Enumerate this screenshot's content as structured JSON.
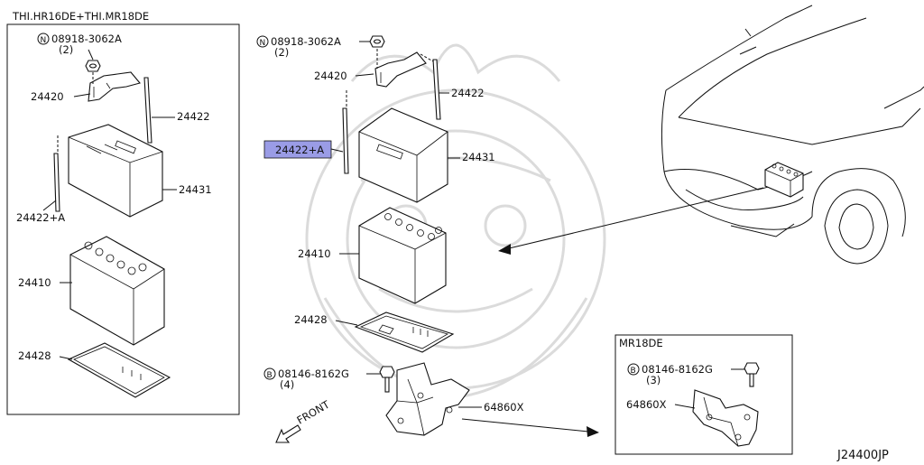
{
  "diagram_id": "J24400JP",
  "left_panel": {
    "title": "THI.HR16DE+THI.MR18DE",
    "labels": {
      "nut_part": "08918-3062A",
      "nut_symbol": "N",
      "nut_qty": "(2)",
      "clamp": "24420",
      "rod": "24422",
      "case": "24431",
      "rod_a": "24422+A",
      "battery": "24410",
      "tray": "24428"
    }
  },
  "center": {
    "labels": {
      "nut_part": "08918-3062A",
      "nut_symbol": "N",
      "nut_qty": "(2)",
      "clamp": "24420",
      "rod": "24422",
      "rod_a_highlight": "24422+A",
      "case": "24431",
      "battery": "24410",
      "tray": "24428",
      "bolt_part": "08146-8162G",
      "bolt_symbol": "B",
      "bolt_qty": "(4)",
      "bracket": "64860X",
      "front": "FRONT"
    },
    "highlight_color": "#9a9ce6"
  },
  "inset": {
    "title": "MR18DE",
    "labels": {
      "bolt_part": "08146-8162G",
      "bolt_symbol": "B",
      "bolt_qty": "(3)",
      "bracket": "64860X"
    }
  }
}
